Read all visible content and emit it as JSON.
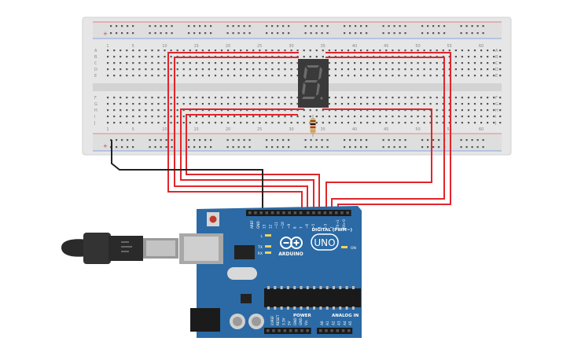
{
  "breadboard": {
    "column_numbers": [
      "1",
      "5",
      "10",
      "15",
      "20",
      "25",
      "30",
      "35",
      "40",
      "45",
      "50",
      "55",
      "60"
    ],
    "row_letters_top": [
      "A",
      "B",
      "C",
      "D",
      "E"
    ],
    "row_letters_bottom": [
      "F",
      "G",
      "H",
      "I",
      "J"
    ],
    "rail_plus": "+",
    "rail_minus": "-"
  },
  "display": {
    "digit": "8"
  },
  "arduino": {
    "brand": "ARDUINO",
    "model": "UNO",
    "digital_label": "DIGITAL (PWM~)",
    "power_label": "POWER",
    "analog_label": "ANALOG IN",
    "on_label": "ON",
    "led_l": "L",
    "led_tx": "TX",
    "led_rx": "RX",
    "digital_pins": [
      "AREF",
      "GND",
      "13",
      "12",
      "~11",
      "~10",
      "~9",
      "8",
      "7",
      "~6",
      "~5",
      "4",
      "~3",
      "2",
      "TX→1",
      "RX←0"
    ],
    "power_pins": [
      "IOREF",
      "RESET",
      "3.3V",
      "5V",
      "GND",
      "GND",
      "Vin"
    ],
    "analog_pins": [
      "A0",
      "A1",
      "A2",
      "A3",
      "A4",
      "A5"
    ]
  },
  "colors": {
    "wire_red": "#e0262b",
    "wire_black": "#222222",
    "board_blue": "#2b6aa5",
    "breadboard": "#e6e6e6",
    "display_body": "#3a3a3a",
    "segment_on": "#6c6c6c"
  }
}
